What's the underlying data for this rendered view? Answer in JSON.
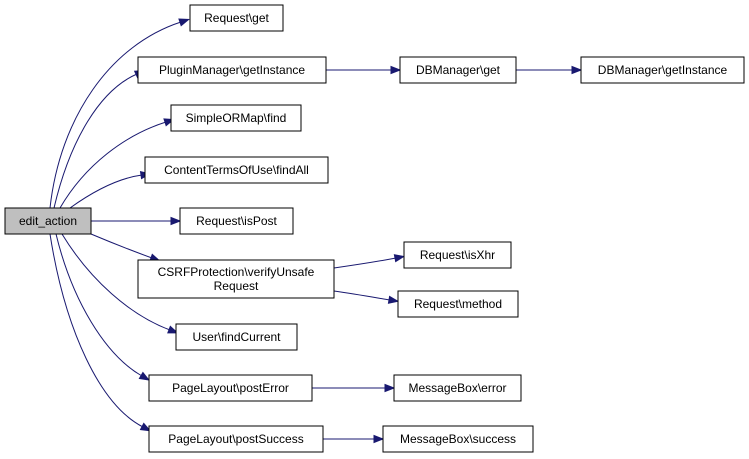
{
  "diagram": {
    "nodes": [
      {
        "id": "edit_action",
        "lines": [
          "edit_action"
        ],
        "root": true
      },
      {
        "id": "request_get",
        "lines": [
          "Request\\get"
        ]
      },
      {
        "id": "pluginmanager_getinstance",
        "lines": [
          "PluginManager\\getInstance"
        ]
      },
      {
        "id": "dbmanager_get",
        "lines": [
          "DBManager\\get"
        ]
      },
      {
        "id": "dbmanager_getinstance",
        "lines": [
          "DBManager\\getInstance"
        ]
      },
      {
        "id": "simpleormap_find",
        "lines": [
          "SimpleORMap\\find"
        ]
      },
      {
        "id": "contenttermsofuse_findall",
        "lines": [
          "ContentTermsOfUse\\findAll"
        ]
      },
      {
        "id": "request_ispost",
        "lines": [
          "Request\\isPost"
        ]
      },
      {
        "id": "csrfprotection_verifyunsaferequest",
        "lines": [
          "CSRFProtection\\verifyUnsafe",
          "Request"
        ]
      },
      {
        "id": "request_isxhr",
        "lines": [
          "Request\\isXhr"
        ]
      },
      {
        "id": "request_method",
        "lines": [
          "Request\\method"
        ]
      },
      {
        "id": "user_findcurrent",
        "lines": [
          "User\\findCurrent"
        ]
      },
      {
        "id": "pagelayout_posterror",
        "lines": [
          "PageLayout\\postError"
        ]
      },
      {
        "id": "messagebox_error",
        "lines": [
          "MessageBox\\error"
        ]
      },
      {
        "id": "pagelayout_postsuccess",
        "lines": [
          "PageLayout\\postSuccess"
        ]
      },
      {
        "id": "messagebox_success",
        "lines": [
          "MessageBox\\success"
        ]
      }
    ],
    "edges": [
      {
        "from": "edit_action",
        "to": "request_get"
      },
      {
        "from": "edit_action",
        "to": "pluginmanager_getinstance"
      },
      {
        "from": "edit_action",
        "to": "simpleormap_find"
      },
      {
        "from": "edit_action",
        "to": "contenttermsofuse_findall"
      },
      {
        "from": "edit_action",
        "to": "request_ispost"
      },
      {
        "from": "edit_action",
        "to": "csrfprotection_verifyunsaferequest"
      },
      {
        "from": "edit_action",
        "to": "user_findcurrent"
      },
      {
        "from": "edit_action",
        "to": "pagelayout_posterror"
      },
      {
        "from": "edit_action",
        "to": "pagelayout_postsuccess"
      },
      {
        "from": "pluginmanager_getinstance",
        "to": "dbmanager_get"
      },
      {
        "from": "dbmanager_get",
        "to": "dbmanager_getinstance"
      },
      {
        "from": "csrfprotection_verifyunsaferequest",
        "to": "request_isxhr"
      },
      {
        "from": "csrfprotection_verifyunsaferequest",
        "to": "request_method"
      },
      {
        "from": "pagelayout_posterror",
        "to": "messagebox_error"
      },
      {
        "from": "pagelayout_postsuccess",
        "to": "messagebox_success"
      }
    ]
  }
}
